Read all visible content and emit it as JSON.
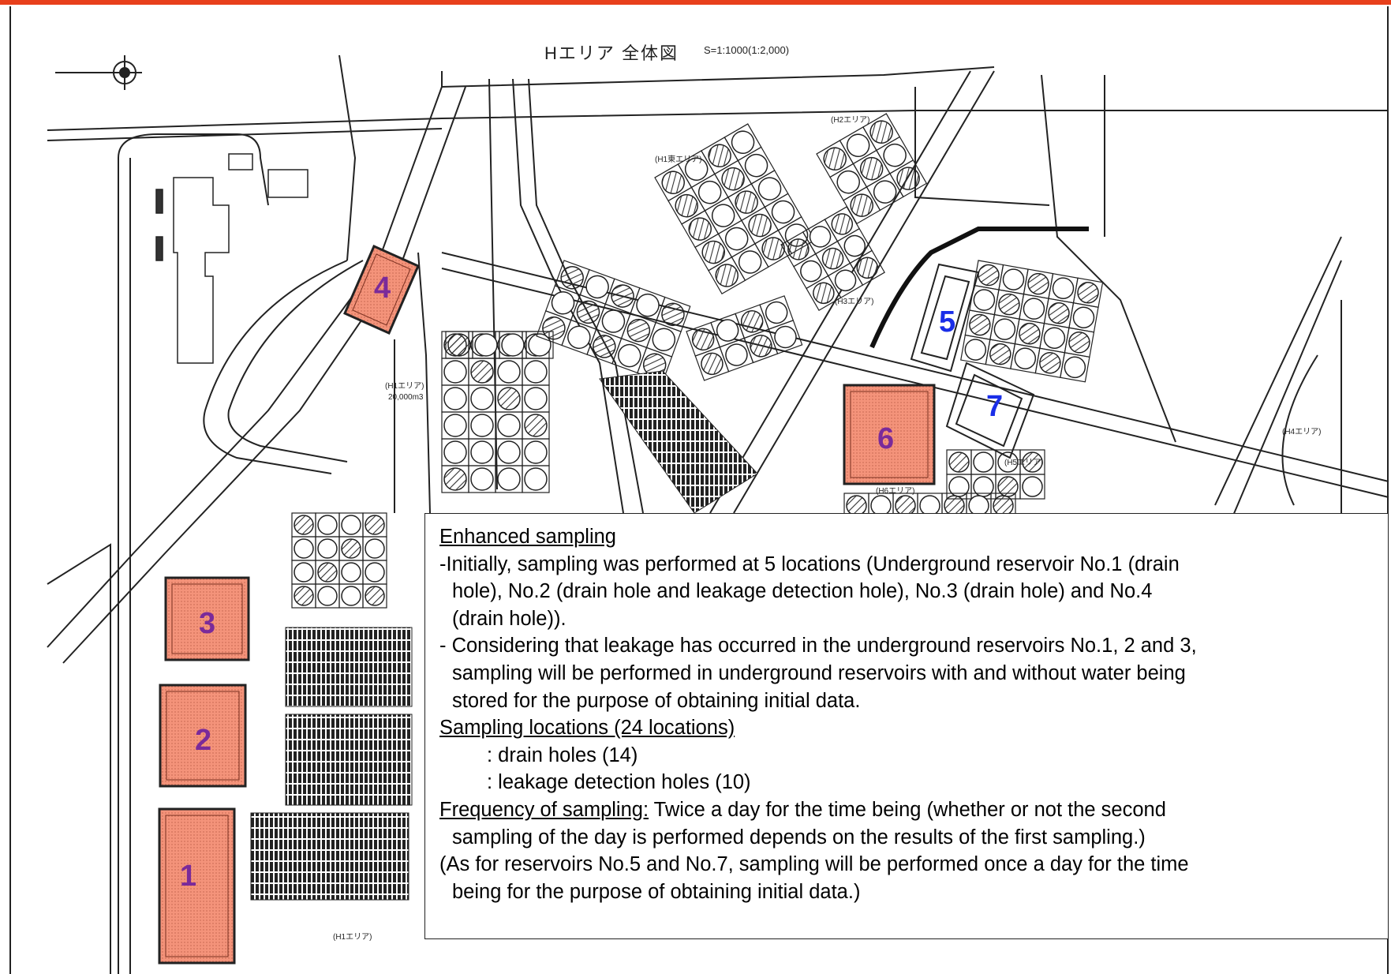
{
  "map": {
    "title": "Hエリア 全体図",
    "scale": "S=1:1000(1:2,000)",
    "reservoirs": [
      {
        "id": "1",
        "num": "1",
        "color": "#7a2a9a"
      },
      {
        "id": "2",
        "num": "2",
        "color": "#7a2a9a"
      },
      {
        "id": "3",
        "num": "3",
        "color": "#7a2a9a"
      },
      {
        "id": "4",
        "num": "4",
        "color": "#7a2a9a"
      },
      {
        "id": "5",
        "num": "5",
        "color": "#1a2ee8"
      },
      {
        "id": "6",
        "num": "6",
        "color": "#7a2a9a"
      },
      {
        "id": "7",
        "num": "7",
        "color": "#1a2ee8"
      }
    ],
    "labels": {
      "h_area": "(H1エリア)",
      "h_area_amount": "20,000m3",
      "h5_area": "(H5エリア)",
      "h3_area": "(H3エリア)",
      "h4_area": "(H4エリア)",
      "h6_area": "(H6エリア)",
      "h2_area": "(H2エリア)",
      "h1_area": "(H1エリア)",
      "h1e_area": "(H1東エリア)"
    },
    "fill_color": "#f4937a"
  },
  "info": {
    "heading": "Enhanced sampling",
    "bullet1_line1": "-Initially, sampling was performed at 5 locations (Underground reservoir No.1 (drain",
    "bullet1_line2": "hole), No.2 (drain hole and leakage detection hole), No.3 (drain hole) and No.4",
    "bullet1_line3": "(drain hole)).",
    "bullet2_line1": "- Considering that leakage has occurred in the underground reservoirs No.1, 2 and 3,",
    "bullet2_line2": "sampling will be performed in underground reservoirs with and without water being",
    "bullet2_line3": "stored for the purpose of obtaining initial data.",
    "locations_heading": "Sampling locations (24 locations)",
    "drain_holes": ": drain holes (14)",
    "leak_holes": ": leakage detection holes (10)",
    "freq_heading": "Frequency of sampling:",
    "freq_line1": " Twice a day for the time being (whether or not the second",
    "freq_line2": "sampling of the day is performed depends on the results of the first sampling.)",
    "note_line1": "(As for reservoirs No.5 and No.7, sampling will be performed once a day for the time",
    "note_line2": "being for the purpose of obtaining initial data.)"
  }
}
